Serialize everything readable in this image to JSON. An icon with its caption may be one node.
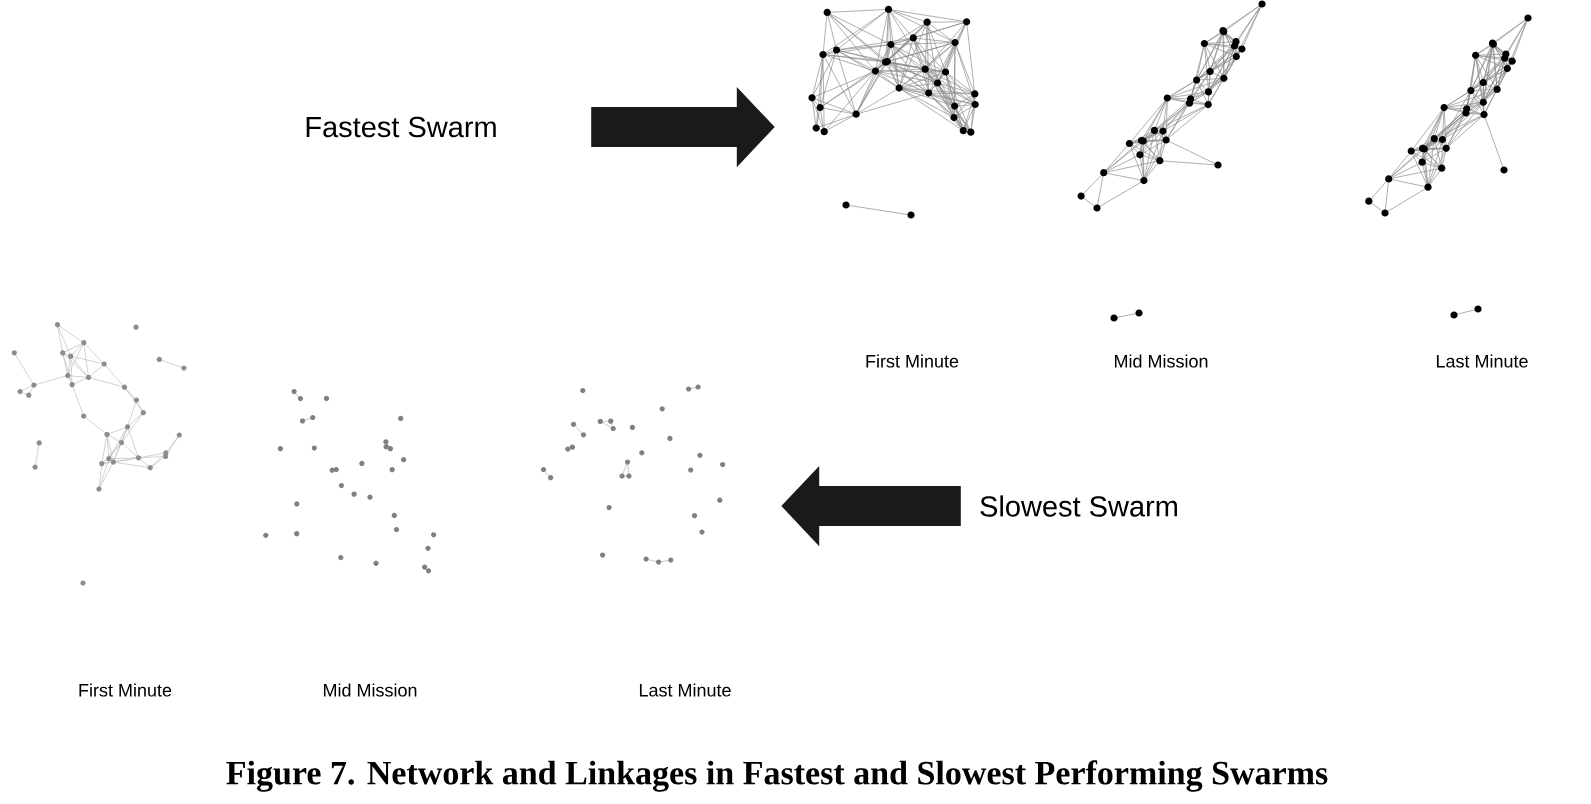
{
  "diagram": {
    "caption": "Figure 7. Network and Linkages in Fastest and Slowest Performing Swarms",
    "nodes": [
      {
        "text": [
          "Fastest Swarm"
        ]
      },
      {
        "text": [],
        "shape": "picture"
      },
      {
        "text": [],
        "shape": "picture"
      },
      {
        "text": [],
        "shape": "picture"
      },
      {
        "text": [
          "Slowest Swarm"
        ]
      },
      {
        "text": [],
        "shape": "picture"
      },
      {
        "text": [],
        "shape": "picture"
      },
      {
        "text": [],
        "shape": "picture"
      }
    ],
    "edges": [
      {
        "from": 0,
        "to": 1,
        "arrow": "to"
      },
      {
        "from": 4,
        "to": 7,
        "arrow": "to"
      }
    ],
    "labels": [
      "First Minute",
      "Mid Mission",
      "Last Minute",
      "First Minute",
      "Mid Mission",
      "Last Minute"
    ]
  }
}
